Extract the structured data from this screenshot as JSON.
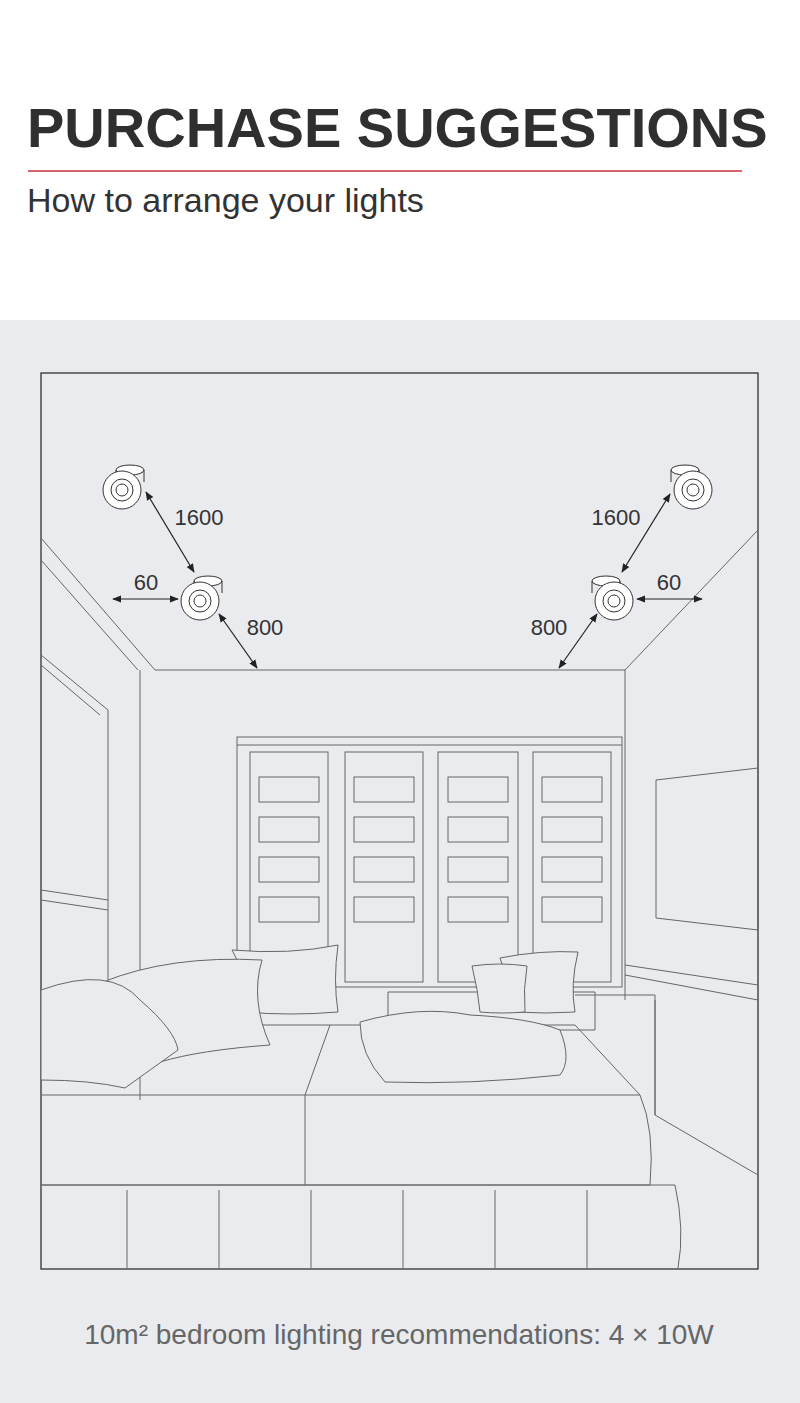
{
  "diagram": {
    "title": "PURCHASE SUGGESTIONS",
    "caption": "10m² bedroom lighting recommendations: 4 × 10W",
    "labels": [
      "How to arrange your lights",
      "1600",
      "1600",
      "60",
      "60",
      "800",
      "800"
    ]
  }
}
